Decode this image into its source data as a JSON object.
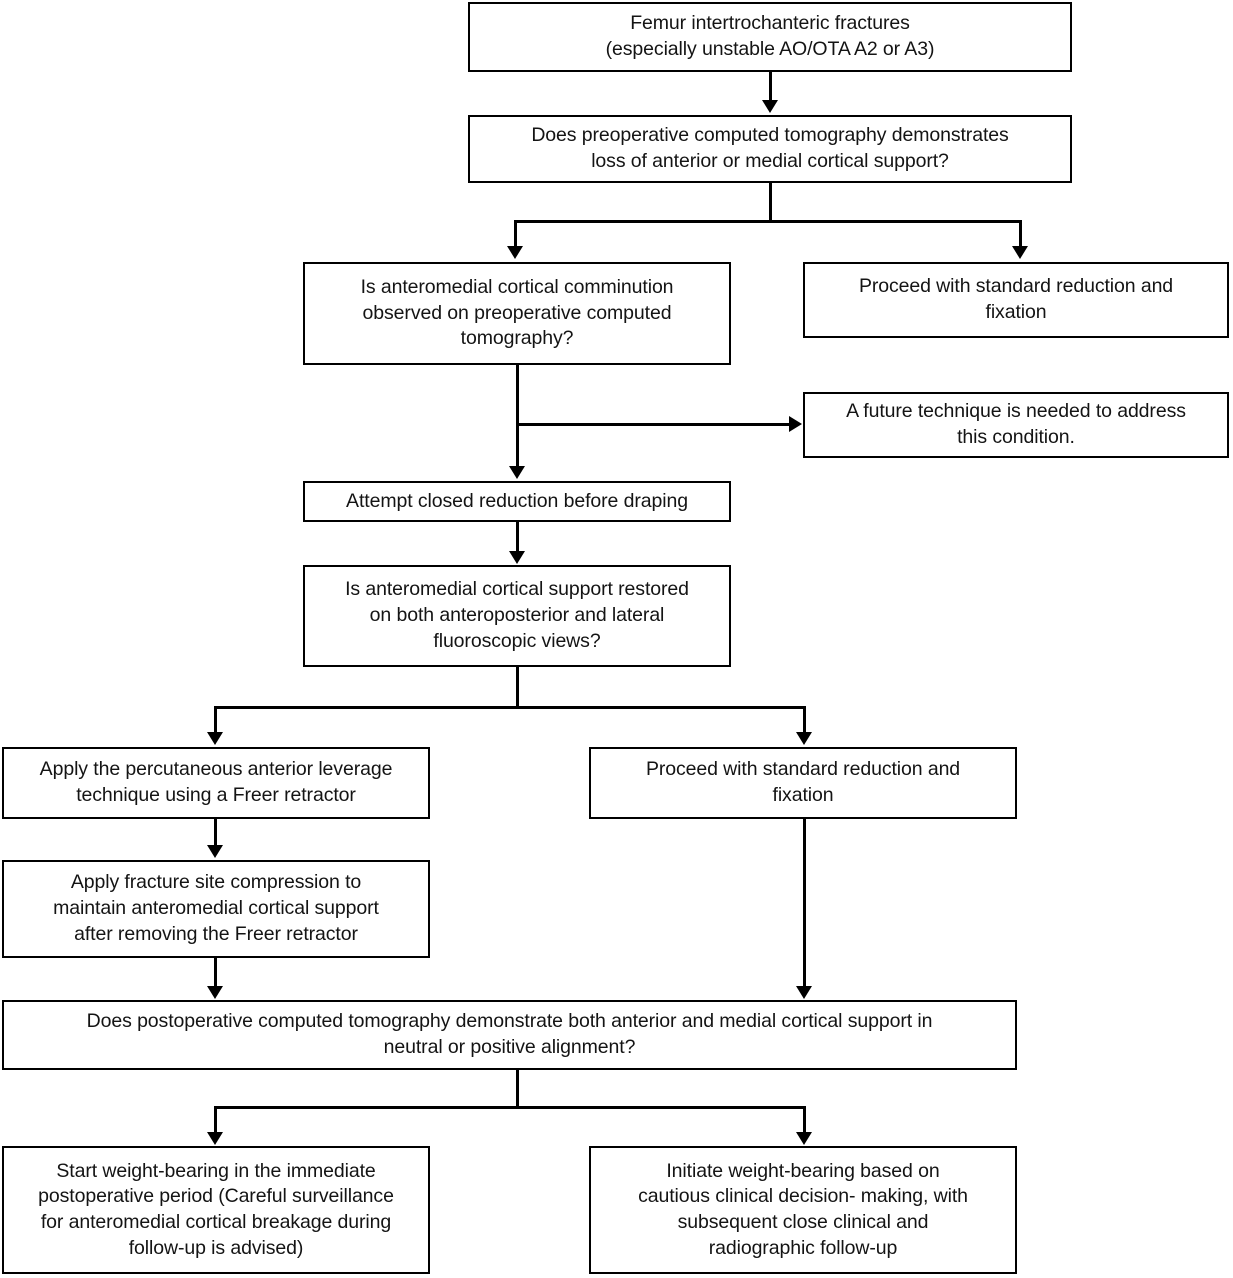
{
  "diagram": {
    "title": "Femur intertrochanteric fracture management algorithm",
    "type": "flowchart",
    "background_color": "#ffffff",
    "line_color": "#000000",
    "text_color": "#141414",
    "nodes": [
      {
        "id": "n1",
        "text": "Femur intertrochanteric fractures\n(especially unstable AO/OTA A2 or A3)",
        "kind": "start"
      },
      {
        "id": "n2",
        "text": "Does preoperative computed tomography demonstrates\nloss of anterior or medial cortical support?",
        "kind": "decision"
      },
      {
        "id": "n3",
        "text": "Is anteromedial cortical comminution\nobserved on preoperative computed\ntomography?",
        "kind": "decision"
      },
      {
        "id": "n4",
        "text": "Proceed with standard reduction and\nfixation",
        "kind": "process"
      },
      {
        "id": "n5",
        "text": "A future technique is needed to address\nthis condition.",
        "kind": "process"
      },
      {
        "id": "n6",
        "text": "Attempt closed reduction before draping",
        "kind": "process"
      },
      {
        "id": "n7",
        "text": "Is anteromedial cortical support restored\non both anteroposterior and lateral\nfluoroscopic views?",
        "kind": "decision"
      },
      {
        "id": "n8",
        "text": "Apply the percutaneous anterior leverage\ntechnique using a Freer retractor",
        "kind": "process"
      },
      {
        "id": "n9",
        "text": "Proceed with standard reduction and\nfixation",
        "kind": "process"
      },
      {
        "id": "n10",
        "text": "Apply fracture site compression to\nmaintain anteromedial cortical support\nafter removing the Freer retractor",
        "kind": "process"
      },
      {
        "id": "n11",
        "text": "Does postoperative computed tomography demonstrate both anterior and medial cortical support in\nneutral or positive alignment?",
        "kind": "decision"
      },
      {
        "id": "n12",
        "text": "Start weight-bearing in the immediate\npostoperative period (Careful surveillance\nfor anteromedial cortical breakage during\nfollow-up is advised)",
        "kind": "outcome"
      },
      {
        "id": "n13",
        "text": "Initiate weight-bearing based on\ncautious clinical decision- making, with\nsubsequent close clinical and\nradiographic follow-up",
        "kind": "outcome"
      }
    ],
    "edges": [
      {
        "from": "n1",
        "to": "n2",
        "style": "straight-down"
      },
      {
        "from": "n2",
        "to": "n3",
        "style": "branch-left"
      },
      {
        "from": "n2",
        "to": "n4",
        "style": "branch-right"
      },
      {
        "from": "n3",
        "to": "n5",
        "style": "side-right"
      },
      {
        "from": "n3",
        "to": "n6",
        "style": "straight-down"
      },
      {
        "from": "n6",
        "to": "n7",
        "style": "straight-down"
      },
      {
        "from": "n7",
        "to": "n8",
        "style": "branch-left"
      },
      {
        "from": "n7",
        "to": "n9",
        "style": "branch-right"
      },
      {
        "from": "n8",
        "to": "n10",
        "style": "straight-down"
      },
      {
        "from": "n10",
        "to": "n11",
        "style": "straight-down"
      },
      {
        "from": "n9",
        "to": "n11",
        "style": "straight-down"
      },
      {
        "from": "n11",
        "to": "n12",
        "style": "branch-left"
      },
      {
        "from": "n11",
        "to": "n13",
        "style": "branch-right"
      }
    ]
  }
}
